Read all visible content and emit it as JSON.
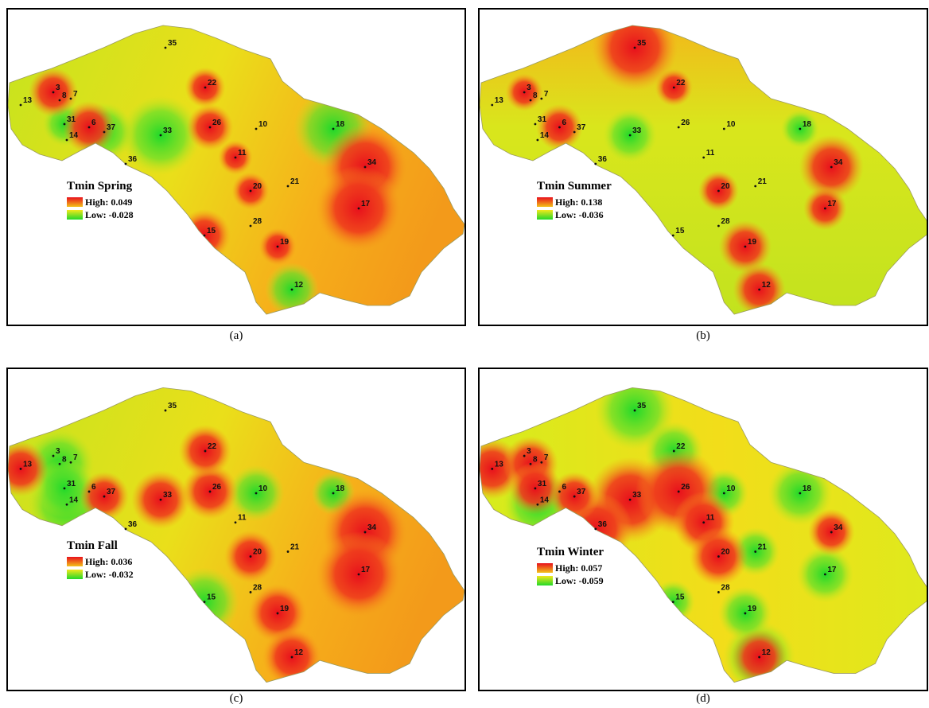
{
  "station_ids": [
    "35",
    "22",
    "3",
    "8",
    "7",
    "13",
    "31",
    "6",
    "14",
    "37",
    "33",
    "26",
    "10",
    "18",
    "36",
    "11",
    "34",
    "20",
    "21",
    "17",
    "28",
    "15",
    "19",
    "12"
  ],
  "panels": [
    {
      "id": "a",
      "caption": "(a)",
      "legend_title": "Tmin Spring",
      "high_label": "High: 0.049",
      "low_label": "Low: -0.028",
      "hotspots": [
        [
          "34",
          1
        ],
        [
          "17",
          1
        ],
        [
          "15",
          0.45
        ],
        [
          "26",
          0.35
        ],
        [
          "6",
          0.45
        ],
        [
          "3",
          0.4
        ],
        [
          "22",
          0.25
        ],
        [
          "20",
          0.2
        ],
        [
          "19",
          0.2
        ],
        [
          "11",
          0.15
        ]
      ],
      "coldspots": [
        [
          "33",
          1
        ],
        [
          "18",
          1
        ],
        [
          "37",
          0.6
        ],
        [
          "12",
          0.5
        ],
        [
          "31",
          0.3
        ]
      ],
      "base_warm": "east"
    },
    {
      "id": "b",
      "caption": "(b)",
      "legend_title": "Tmin Summer",
      "high_label": "High: 0.138",
      "low_label": "Low: -0.036",
      "hotspots": [
        [
          "35",
          1
        ],
        [
          "34",
          0.65
        ],
        [
          "19",
          0.45
        ],
        [
          "12",
          0.45
        ],
        [
          "6",
          0.35
        ],
        [
          "17",
          0.3
        ],
        [
          "20",
          0.25
        ],
        [
          "22",
          0.2
        ],
        [
          "3",
          0.2
        ]
      ],
      "coldspots": [
        [
          "33",
          0.5
        ],
        [
          "18",
          0.2
        ]
      ],
      "base_warm": "north"
    },
    {
      "id": "c",
      "caption": "(c)",
      "legend_title": "Tmin Fall",
      "high_label": "High: 0.036",
      "low_label": "Low: -0.032",
      "hotspots": [
        [
          "34",
          1
        ],
        [
          "17",
          1
        ],
        [
          "33",
          0.55
        ],
        [
          "26",
          0.5
        ],
        [
          "22",
          0.45
        ],
        [
          "19",
          0.55
        ],
        [
          "12",
          0.55
        ],
        [
          "13",
          0.5
        ],
        [
          "37",
          0.4
        ],
        [
          "20",
          0.45
        ]
      ],
      "coldspots": [
        [
          "14",
          1
        ],
        [
          "8",
          0.8
        ],
        [
          "15",
          0.8
        ],
        [
          "10",
          0.55
        ],
        [
          "18",
          0.3
        ],
        [
          "31",
          0.6
        ]
      ],
      "base_warm": "east"
    },
    {
      "id": "d",
      "caption": "(d)",
      "legend_title": "Tmin Winter",
      "high_label": "High: 0.057",
      "low_label": "Low: -0.059",
      "hotspots": [
        [
          "33",
          1
        ],
        [
          "26",
          1
        ],
        [
          "36",
          0.8
        ],
        [
          "11",
          0.6
        ],
        [
          "20",
          0.55
        ],
        [
          "13",
          0.6
        ],
        [
          "8",
          0.5
        ],
        [
          "31",
          0.45
        ],
        [
          "37",
          0.4
        ],
        [
          "34",
          0.35
        ],
        [
          "12",
          0.5
        ]
      ],
      "coldspots": [
        [
          "35",
          1
        ],
        [
          "14",
          0.8
        ],
        [
          "18",
          0.7
        ],
        [
          "17",
          0.55
        ],
        [
          "12",
          0.85
        ],
        [
          "22",
          0.6
        ],
        [
          "19",
          0.5
        ],
        [
          "10",
          0.4
        ],
        [
          "21",
          0.4
        ],
        [
          "15",
          0.3
        ]
      ],
      "base_warm": "center"
    }
  ]
}
